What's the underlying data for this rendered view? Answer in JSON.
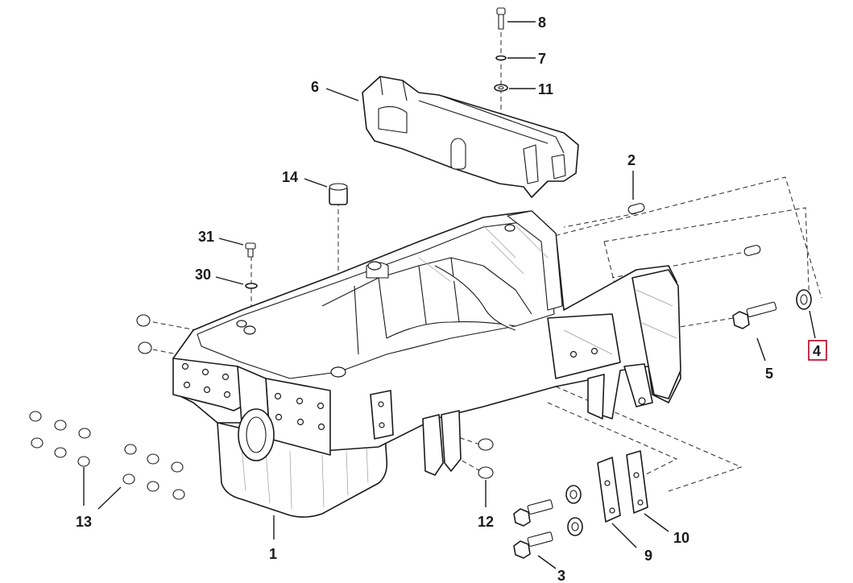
{
  "diagram": {
    "callouts": [
      {
        "id": "1",
        "label": "1"
      },
      {
        "id": "2",
        "label": "2"
      },
      {
        "id": "3",
        "label": "3"
      },
      {
        "id": "4",
        "label": "4",
        "highlighted": true
      },
      {
        "id": "5",
        "label": "5"
      },
      {
        "id": "6",
        "label": "6"
      },
      {
        "id": "7",
        "label": "7"
      },
      {
        "id": "8",
        "label": "8"
      },
      {
        "id": "9",
        "label": "9"
      },
      {
        "id": "10",
        "label": "10"
      },
      {
        "id": "11",
        "label": "11"
      },
      {
        "id": "12",
        "label": "12"
      },
      {
        "id": "13",
        "label": "13"
      },
      {
        "id": "14",
        "label": "14"
      },
      {
        "id": "30",
        "label": "30"
      },
      {
        "id": "31",
        "label": "31"
      }
    ],
    "highlight_color": "#b3001b",
    "line_color": "#1a1a1a"
  }
}
